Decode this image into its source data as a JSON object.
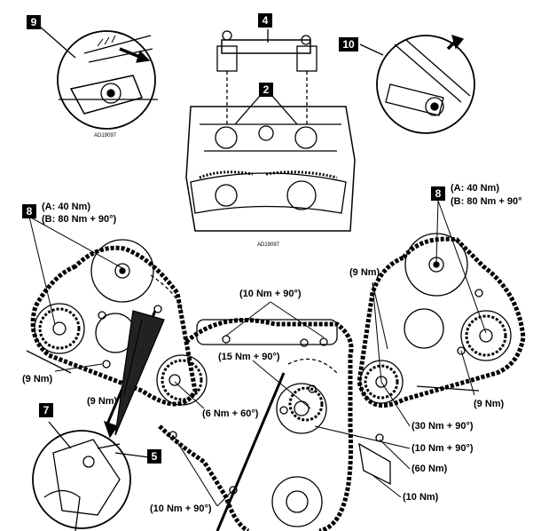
{
  "callouts": {
    "c9": "9",
    "c4": "4",
    "c10": "10",
    "c2": "2",
    "c8_left": "8",
    "c8_right": "8",
    "c7": "7",
    "c5": "5"
  },
  "image_codes": {
    "inset_left": "AD19097",
    "center_engine": "AD19097"
  },
  "torque_labels": {
    "left_a": "(A: 40 Nm)",
    "left_b": "(B: 80 Nm + 90°)",
    "right_a": "(A: 40 Nm)",
    "right_b": "(B: 80 Nm + 90°",
    "top_center": "(10 Nm + 90°)",
    "right_9nm_top": "(9 Nm)",
    "left_9nm": "(9 Nm)",
    "left_9nm_lower": "(9 Nm)",
    "right_9nm_lower": "(9 Nm)",
    "center_15nm": "(15 Nm + 90°)",
    "center_6nm": "(6 Nm + 60°)",
    "right_30nm": "(30 Nm + 90°)",
    "right_10nm": "(10 Nm + 90°)",
    "right_60nm": "(60 Nm)",
    "right_10nm_plain": "(10 Nm)",
    "bottom_10nm": "(10 Nm + 90°)"
  }
}
